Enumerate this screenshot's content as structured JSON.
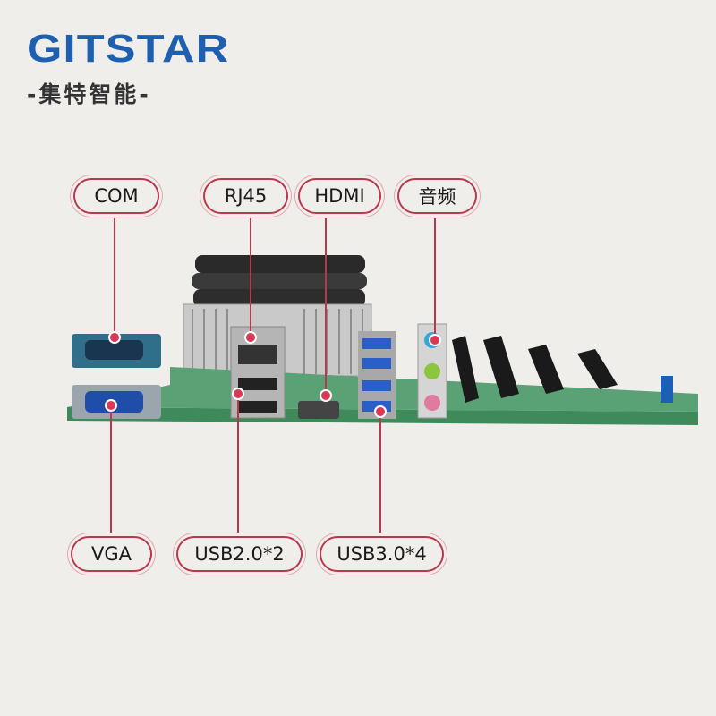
{
  "brand": {
    "logo": "GITSTAR",
    "subtitle": "-集特智能-"
  },
  "labels": {
    "com": "COM",
    "rj45": "RJ45",
    "hdmi": "HDMI",
    "audio": "音频",
    "vga": "VGA",
    "usb2": "USB2.0*2",
    "usb3": "USB3.0*4"
  },
  "colors": {
    "accent": "#b8394c",
    "logo": "#1f5fb0",
    "background": "#efeeeb"
  }
}
